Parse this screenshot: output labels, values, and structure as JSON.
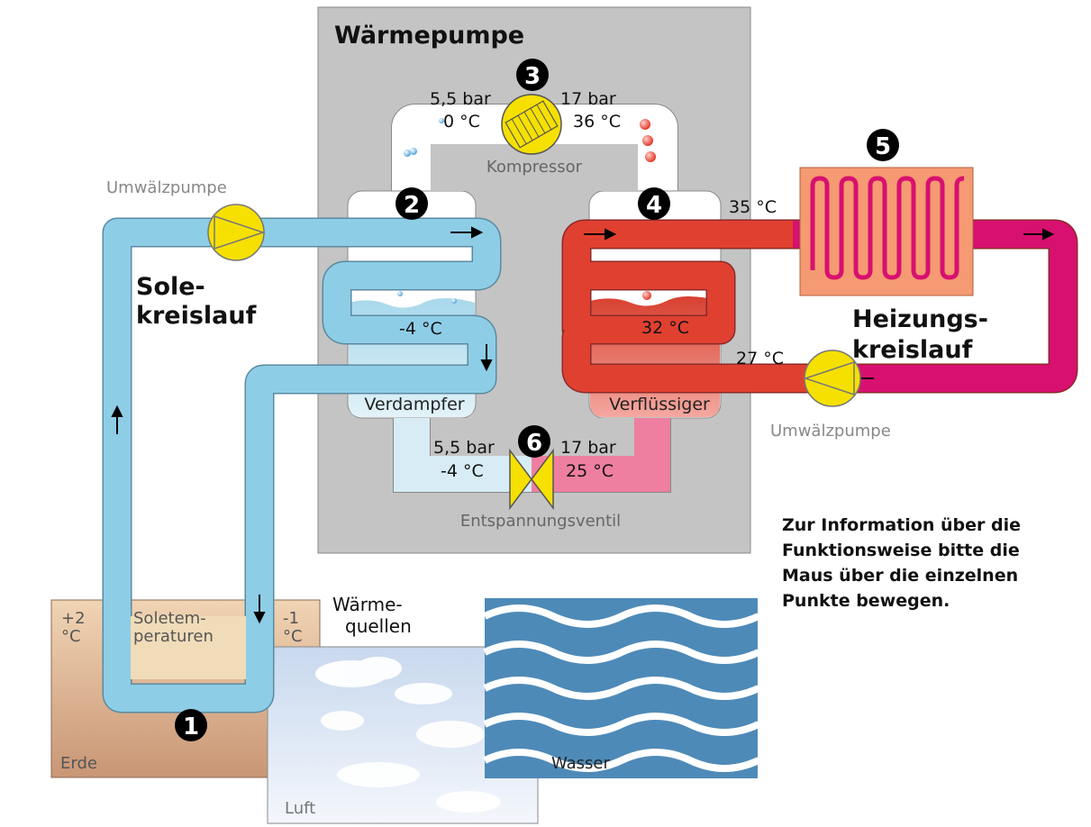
{
  "title": "Wärmepumpe",
  "points": {
    "p1": "1",
    "p2": "2",
    "p3": "3",
    "p4": "4",
    "p5": "5",
    "p6": "6"
  },
  "compressor": {
    "label": "Kompressor",
    "left_pressure": "5,5 bar",
    "left_temp": "0 °C",
    "right_pressure": "17 bar",
    "right_temp": "36 °C"
  },
  "evaporator": {
    "label": "Verdampfer",
    "temp": "-4 °C"
  },
  "condenser": {
    "label": "Verflüssiger",
    "temp": "32 °C"
  },
  "valve": {
    "label": "Entspannungsventil",
    "left_pressure": "5,5 bar",
    "left_temp": "-4 °C",
    "right_pressure": "17 bar",
    "right_temp": "25 °C"
  },
  "sole": {
    "pump_label": "Umwälzpumpe",
    "circuit_line1": "Sole-",
    "circuit_line2": "kreislauf"
  },
  "heating": {
    "pump_label": "Umwälzpumpe",
    "circuit_line1": "Heizungs-",
    "circuit_line2": "kreislauf",
    "supply_temp": "35 °C",
    "return_temp": "27 °C"
  },
  "ground": {
    "left_temp_line1": "+2",
    "left_temp_line2": "°C",
    "sole_temps_line1": "Soletem-",
    "sole_temps_line2": "peraturen",
    "right_temp_line1": "-1",
    "right_temp_line2": "°C",
    "label": "Erde"
  },
  "sources": {
    "line1": "Wärme-",
    "line2": "quellen",
    "air": "Luft",
    "water": "Wasser"
  },
  "info": {
    "line1": "Zur Information über die",
    "line2": "Funktionsweise bitte die",
    "line3": "Maus über die einzelnen",
    "line4": "Punkte bewegen."
  },
  "colors": {
    "housing": "#c4c4c4",
    "sole_pipe": "#8ecde6",
    "heat_pipe": "#e03030",
    "heating_return": "#d81070",
    "pump": "#f5e000",
    "radiator": "#f59a72",
    "ground": "#d4aa88",
    "water": "#4e8ab8",
    "sky": "#dde8f6"
  }
}
